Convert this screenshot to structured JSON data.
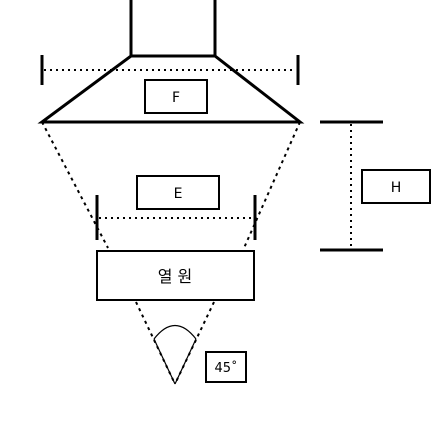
{
  "labels": {
    "hood_width": "F",
    "lower_width": "E",
    "height": "H",
    "heater": "열 원",
    "angle": "45˚"
  },
  "colors": {
    "stroke": "#000000",
    "background": "#ffffff"
  }
}
